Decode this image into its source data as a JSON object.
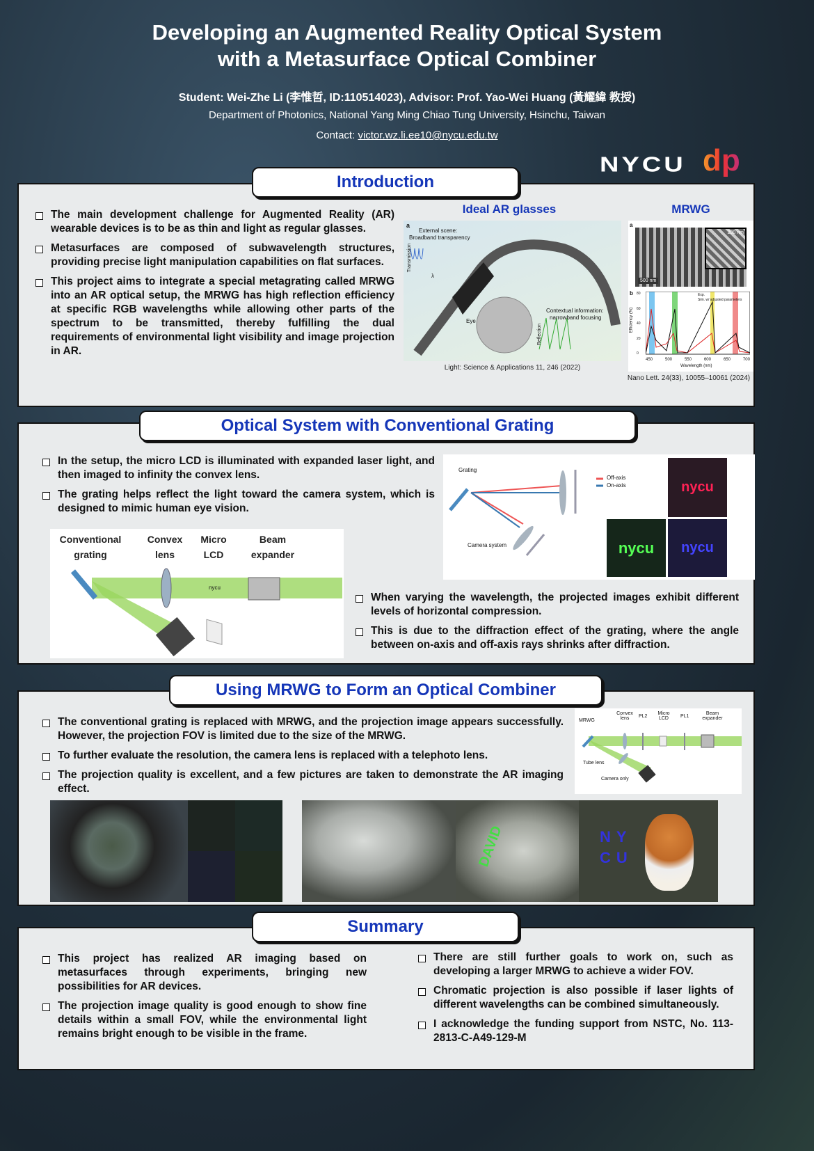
{
  "header": {
    "title_line1": "Developing an Augmented Reality Optical System",
    "title_line2": "with a Metasurface Optical Combiner",
    "author": "Student: Wei-Zhe Li (李惟哲, ID:110514023), Advisor: Prof. Yao-Wei Huang (黃耀緯 教授)",
    "department": "Department of Photonics, National Yang Ming Chiao Tung University, Hsinchu, Taiwan",
    "contact_label": "Contact: ",
    "contact_email": "victor.wz.li.ee10@nycu.edu.tw",
    "logo_nycu": "NYCU",
    "logo_dp": "dp"
  },
  "intro": {
    "heading": "Introduction",
    "bullets": [
      "The main development challenge for Augmented Reality (AR) wearable devices is to be as thin and light as regular glasses.",
      "Metasurfaces are composed of subwavelength structures, providing precise light manipulation capabilities on flat surfaces.",
      "This project aims to integrate a special metagrating called MRWG into an AR optical setup, the MRWG has high reflection efficiency at specific RGB wavelengths while allowing other parts of the spectrum to be transmitted, thereby fulfilling the dual requirements of environmental light visibility and image projection in AR."
    ],
    "fig1": {
      "title": "Ideal AR glasses",
      "panel": "a",
      "external": "External scene:",
      "broadband": "Broadband transparency",
      "transmission": "Transmission",
      "reflection": "Reflection",
      "lambda": "λ",
      "eye": "Eye",
      "contextual": "Contextual information:",
      "narrowband": "narrowband focusing",
      "caption": "Light: Science & Applications 11, 246 (2022)"
    },
    "fig2": {
      "title": "MRWG",
      "panel_a": "a",
      "panel_b": "b",
      "scale1": "500 nm",
      "scale2": "200 nm",
      "legend_exp": "Exp.",
      "legend_sim": "Sim. w/ adjusted parameters",
      "ylabel": "Efficiency (%)",
      "xlabel": "Wavelength (nm)",
      "xticks": [
        "450",
        "500",
        "550",
        "600",
        "650",
        "700"
      ],
      "yticks": [
        "0",
        "20",
        "40",
        "60",
        "80"
      ],
      "caption": "Nano Lett. 24(33), 10055–10061 (2024)"
    }
  },
  "conv": {
    "heading": "Optical System with Conventional Grating",
    "bullets_top": [
      "In the setup, the micro LCD is illuminated with expanded laser light, and then imaged to infinity the convex lens.",
      "The grating helps reflect the light toward the camera system, which is designed to mimic human eye vision."
    ],
    "bullets_bottom": [
      "When varying the wavelength, the projected images exhibit different levels of horizontal compression.",
      "This is due to the diffraction effect of the grating, where the angle between on-axis and off-axis rays shrinks after diffraction."
    ],
    "setup_labels": [
      "Conventional grating",
      "Convex lens",
      "Micro LCD",
      "Beam expander"
    ],
    "lcd_text": "nycu",
    "diagram": {
      "grating": "Grating",
      "camera": "Camera system",
      "off_axis": "Off-axis",
      "on_axis": "On-axis"
    },
    "photo_text": "nycu"
  },
  "mrwg": {
    "heading": "Using MRWG to Form an Optical Combiner",
    "bullets": [
      "The conventional grating is replaced with MRWG, and the projection image appears successfully. However, the projection FOV is limited due to the size of the MRWG.",
      "To further evaluate the resolution, the camera lens is replaced with a telephoto lens.",
      "The projection quality is excellent, and a few pictures are taken to demonstrate the AR imaging effect."
    ],
    "setup_labels": [
      "MRWG",
      "Convex lens",
      "PL2",
      "Micro LCD",
      "PL1",
      "Beam expander",
      "Tube lens",
      "Camera only"
    ],
    "photo_texts": [
      "DAVID",
      "NY",
      "CU"
    ]
  },
  "summary": {
    "heading": "Summary",
    "left": [
      "This project has realized AR imaging based on metasurfaces through experiments, bringing new possibilities for AR devices.",
      "The projection image quality is good enough to show fine details within a small FOV, while the environmental light remains bright enough to be visible in the frame."
    ],
    "right": [
      "There are still further goals to work on, such as developing a larger MRWG to achieve a wider FOV.",
      "Chromatic projection is also possible if laser lights of different wavelengths can be combined simultaneously.",
      "I acknowledge the funding support from NSTC, No. 113-2813-C-A49-129-M"
    ]
  },
  "colors": {
    "heading": "#1536b8",
    "panel": "#e9ebec",
    "beam": "#8fd14f"
  }
}
